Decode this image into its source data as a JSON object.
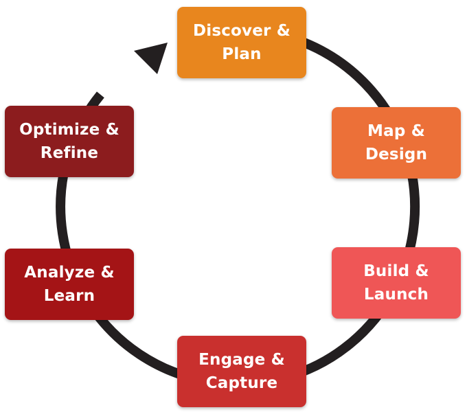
{
  "diagram": {
    "type": "cycle",
    "ring_color": "#231f20",
    "arrow_direction": "clockwise-into-first-stage",
    "stages": [
      {
        "label": "Discover &\nPlan",
        "color": "#e8861e"
      },
      {
        "label": "Map &\nDesign",
        "color": "#ec7038"
      },
      {
        "label": "Build &\nLaunch",
        "color": "#ef5656"
      },
      {
        "label": "Engage &\nCapture",
        "color": "#c9302e"
      },
      {
        "label": "Analyze &\nLearn",
        "color": "#a41416"
      },
      {
        "label": "Optimize &\nRefine",
        "color": "#8c1c1e"
      }
    ]
  }
}
